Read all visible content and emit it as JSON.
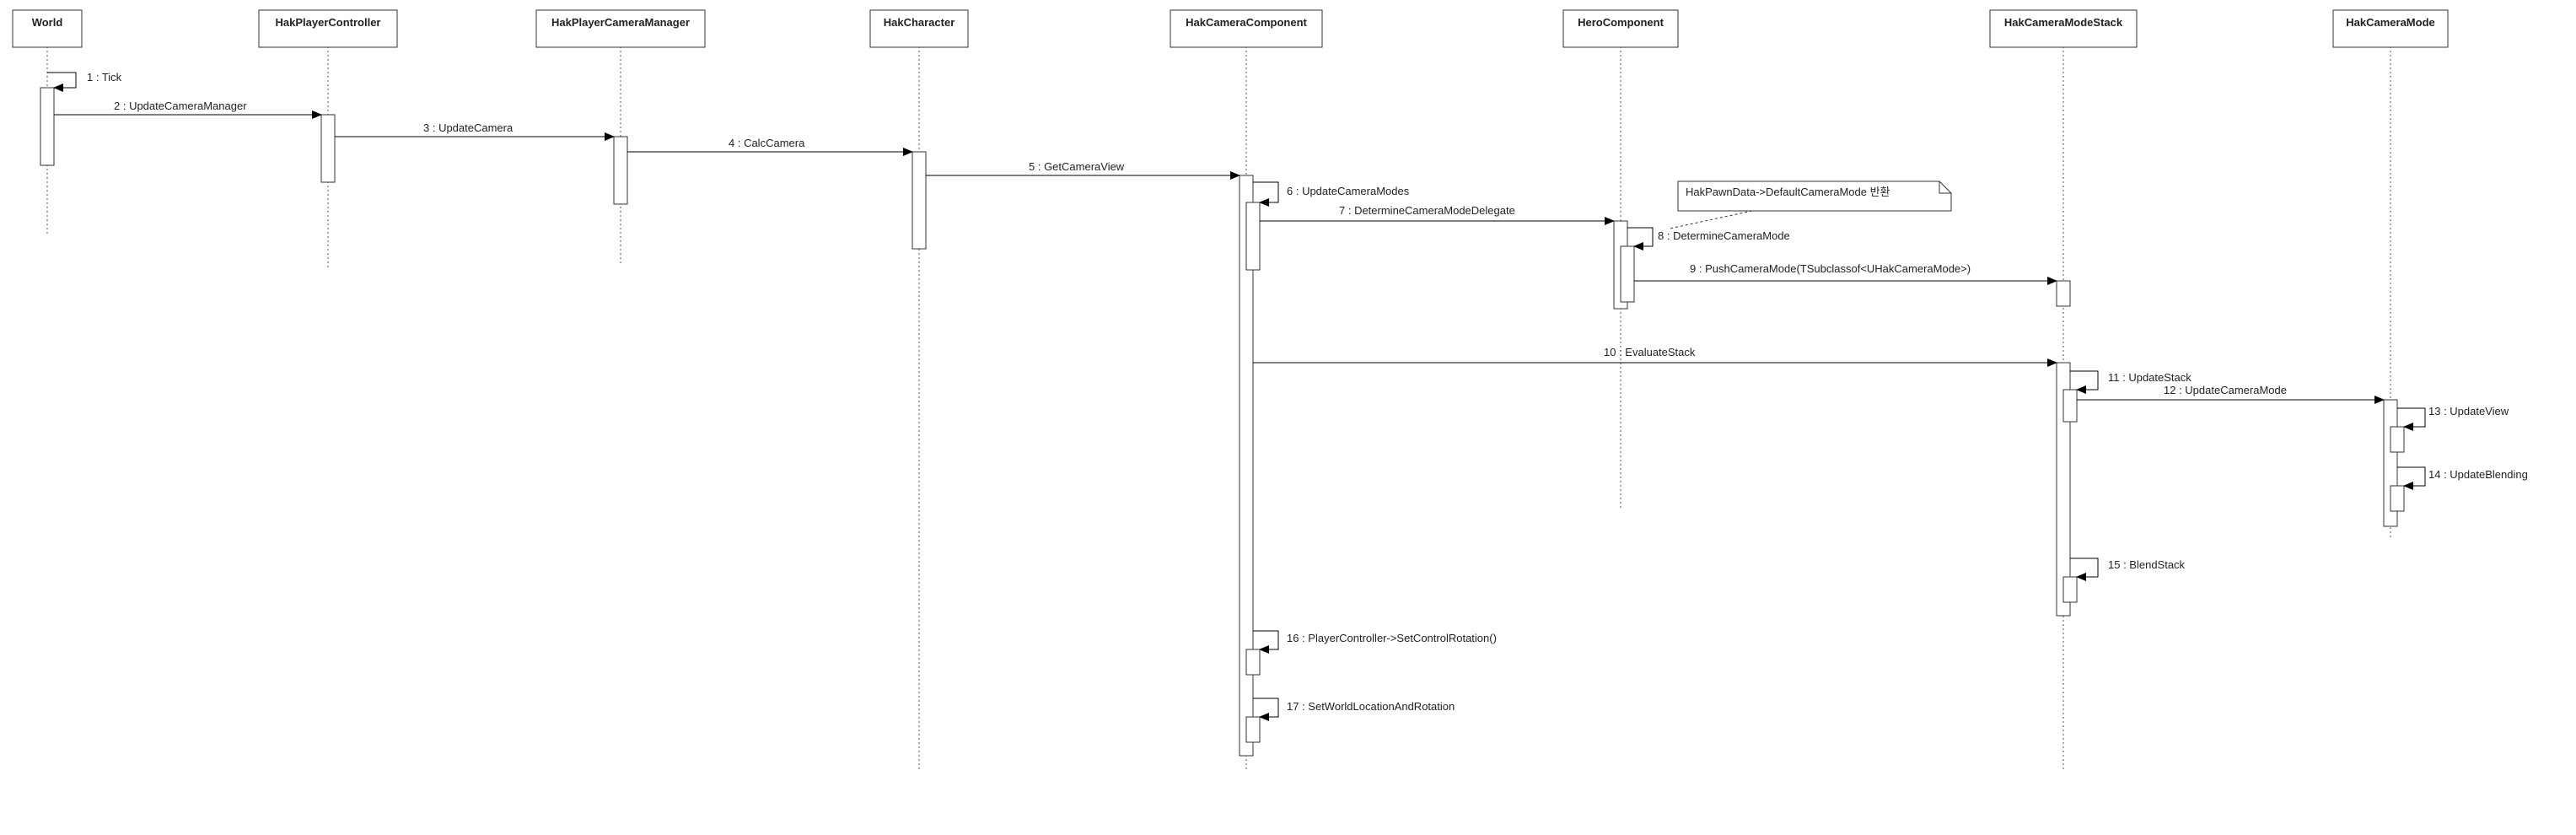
{
  "diagram": {
    "type": "sequence",
    "colors": {
      "line": "#000000",
      "box_fill": "#ffffff",
      "box_stroke": "#333333",
      "text": "#222222",
      "lifeline": "#555555"
    },
    "participants": [
      {
        "id": "world",
        "name": "World"
      },
      {
        "id": "hpc",
        "name": "HakPlayerController"
      },
      {
        "id": "hpcm",
        "name": "HakPlayerCameraManager"
      },
      {
        "id": "hchar",
        "name": "HakCharacter"
      },
      {
        "id": "hcc",
        "name": "HakCameraComponent"
      },
      {
        "id": "hero",
        "name": "HeroComponent"
      },
      {
        "id": "hcms",
        "name": "HakCameraModeStack"
      },
      {
        "id": "hcm",
        "name": "HakCameraMode"
      }
    ],
    "messages": [
      {
        "id": "m1",
        "label": "1 : Tick"
      },
      {
        "id": "m2",
        "label": "2 : UpdateCameraManager"
      },
      {
        "id": "m3",
        "label": "3 : UpdateCamera"
      },
      {
        "id": "m4",
        "label": "4 : CalcCamera"
      },
      {
        "id": "m5",
        "label": "5 : GetCameraView"
      },
      {
        "id": "m6",
        "label": "6 : UpdateCameraModes"
      },
      {
        "id": "m7",
        "label": "7 : DetermineCameraModeDelegate"
      },
      {
        "id": "m8",
        "label": "8 : DetermineCameraMode"
      },
      {
        "id": "m9",
        "label": "9 : PushCameraMode(TSubclassof<UHakCameraMode>)"
      },
      {
        "id": "m10",
        "label": "10 : EvaluateStack"
      },
      {
        "id": "m11",
        "label": "11 : UpdateStack"
      },
      {
        "id": "m12",
        "label": "12 : UpdateCameraMode"
      },
      {
        "id": "m13",
        "label": "13 : UpdateView"
      },
      {
        "id": "m14",
        "label": "14 : UpdateBlending"
      },
      {
        "id": "m15",
        "label": "15 : BlendStack"
      },
      {
        "id": "m16",
        "label": "16 : PlayerController->SetControlRotation()"
      },
      {
        "id": "m17",
        "label": "17 : SetWorldLocationAndRotation"
      }
    ],
    "note": {
      "text": "HakPawnData->DefaultCameraMode 반환"
    }
  }
}
